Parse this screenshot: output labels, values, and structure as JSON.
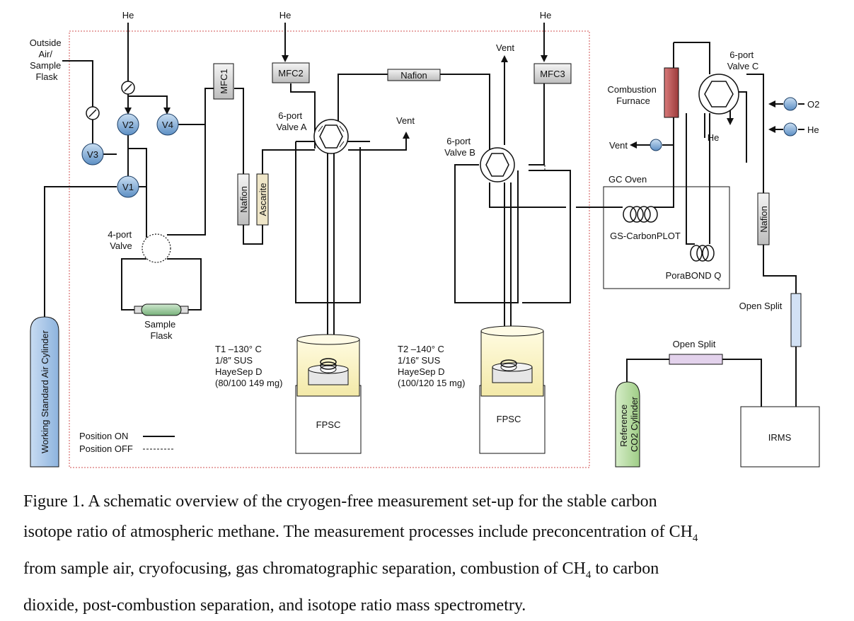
{
  "labels": {
    "he_top_left": "He",
    "he_top_mid": "He",
    "he_top_right": "He",
    "he_right_in": "He",
    "he_valve_c": "He",
    "o2_in": "O2",
    "outside_air": [
      "Outside",
      "Air/",
      "Sample",
      "Flask"
    ],
    "v1": "V1",
    "v2": "V2",
    "v3": "V3",
    "v4": "V4",
    "mfc1": "MFC1",
    "mfc2": "MFC2",
    "mfc3": "MFC3",
    "nafion_top": "Nafion",
    "nafion_left": "Nafion",
    "ascarite": "Ascarite",
    "nafion_right": "Nafion",
    "valve_a": [
      "6-port",
      "Valve A"
    ],
    "valve_b": [
      "6-port",
      "Valve B"
    ],
    "valve_c": [
      "6-port",
      "Valve C"
    ],
    "four_port": [
      "4-port",
      "Valve"
    ],
    "sample_flask": [
      "Sample",
      "Flask"
    ],
    "vent_top": "Vent",
    "vent_a": "Vent",
    "vent_left": "Vent",
    "combustion": [
      "Combustion",
      "Furnace"
    ],
    "gc_oven": "GC Oven",
    "gs_carbonplot": "GS-CarbonPLOT",
    "porabond": "PoraBOND Q",
    "open_split_1": "Open Split",
    "open_split_2": "Open Split",
    "irms": "IRMS",
    "t1": [
      "T1  –130° C",
      "1/8″ SUS",
      "HayeSep D",
      "(80/100 149 mg)"
    ],
    "t2": [
      "T2  –140° C",
      "1/16″ SUS",
      "HayeSep D",
      "(100/120 15 mg)"
    ],
    "fpsc_1": "FPSC",
    "fpsc_2": "FPSC",
    "working_cylinder": "Working Standard Air Cylinder",
    "reference_cylinder": [
      "Reference",
      "CO2 Cylinder"
    ],
    "legend_on": "Position ON",
    "legend_off": "Position OFF"
  },
  "colors": {
    "valve_fill": "#7aa7d6",
    "cylinder_blue": "#aac9ea",
    "cylinder_green": "#b7dca0",
    "furnace_red": "#b24a4a",
    "ascarite": "#efe6c8",
    "dewar_yellow": "#fbf5c8",
    "boundary_red": "#d05050"
  },
  "caption": {
    "line1": "Figure 1. A schematic overview of the cryogen-free measurement set-up for the stable carbon",
    "line2_a": "isotope ratio of atmospheric methane. The measurement processes include preconcentration of CH",
    "line2_sub": "4",
    "line3_a": "from sample air, cryofocusing, gas chromatographic separation, combustion of CH",
    "line3_sub": "4",
    "line3_b": " to carbon",
    "line4": "dioxide, post-combustion separation, and isotope ratio mass spectrometry."
  }
}
